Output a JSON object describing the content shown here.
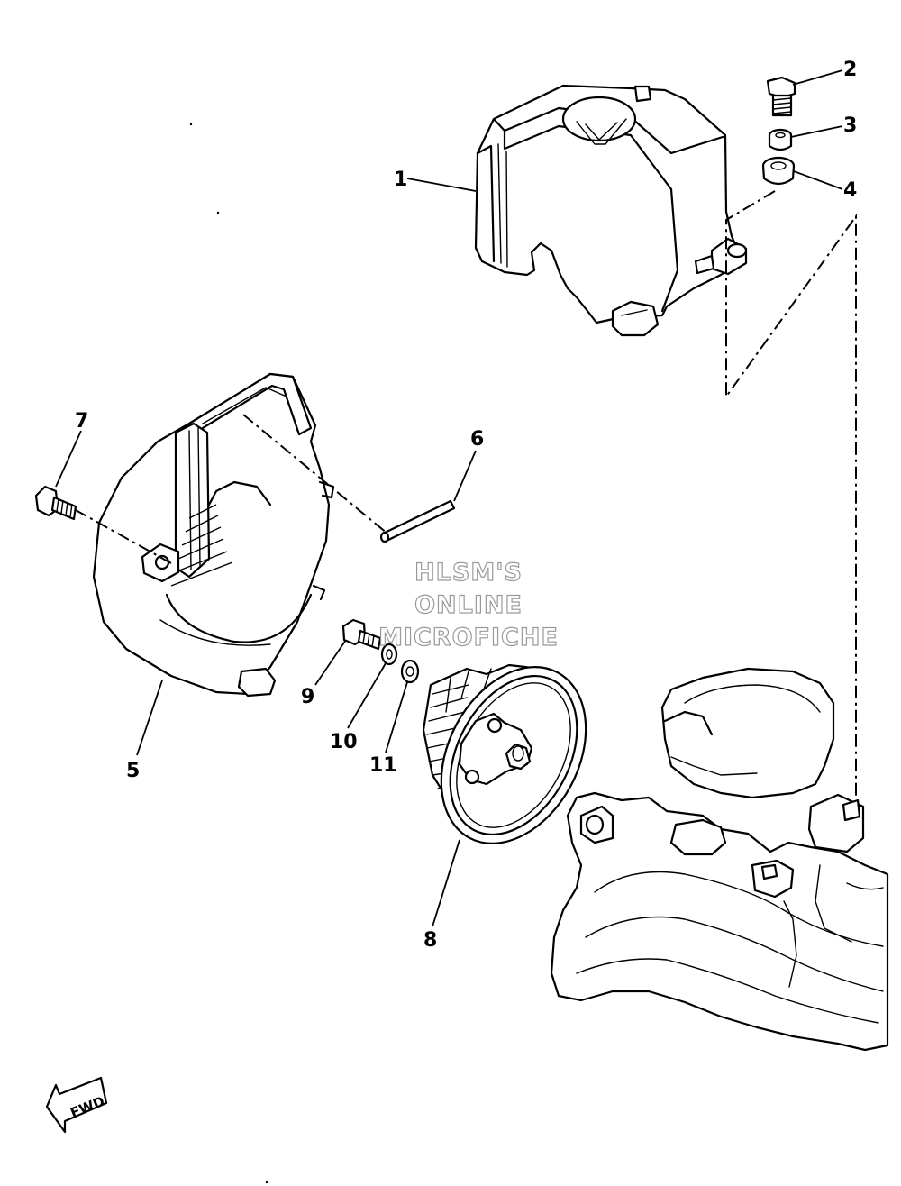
{
  "callouts": [
    {
      "number": "1",
      "part": "cover"
    },
    {
      "number": "2",
      "part": "bolt"
    },
    {
      "number": "3",
      "part": "collar"
    },
    {
      "number": "4",
      "part": "grommet"
    },
    {
      "number": "5",
      "part": "fan-housing"
    },
    {
      "number": "6",
      "part": "pin"
    },
    {
      "number": "7",
      "part": "bolt"
    },
    {
      "number": "8",
      "part": "flywheel-fan"
    },
    {
      "number": "9",
      "part": "bolt"
    },
    {
      "number": "10",
      "part": "washer"
    },
    {
      "number": "11",
      "part": "washer"
    }
  ],
  "watermark": {
    "line1": "HLSM'S",
    "line2": "ONLINE",
    "line3": "MICROFICHE"
  },
  "direction_arrow": {
    "label": "FWD",
    "icon": "forward-arrow-icon"
  },
  "colors": {
    "ink": "#000000",
    "paper": "#ffffff",
    "watermark_outline": "#9a9a9a"
  }
}
